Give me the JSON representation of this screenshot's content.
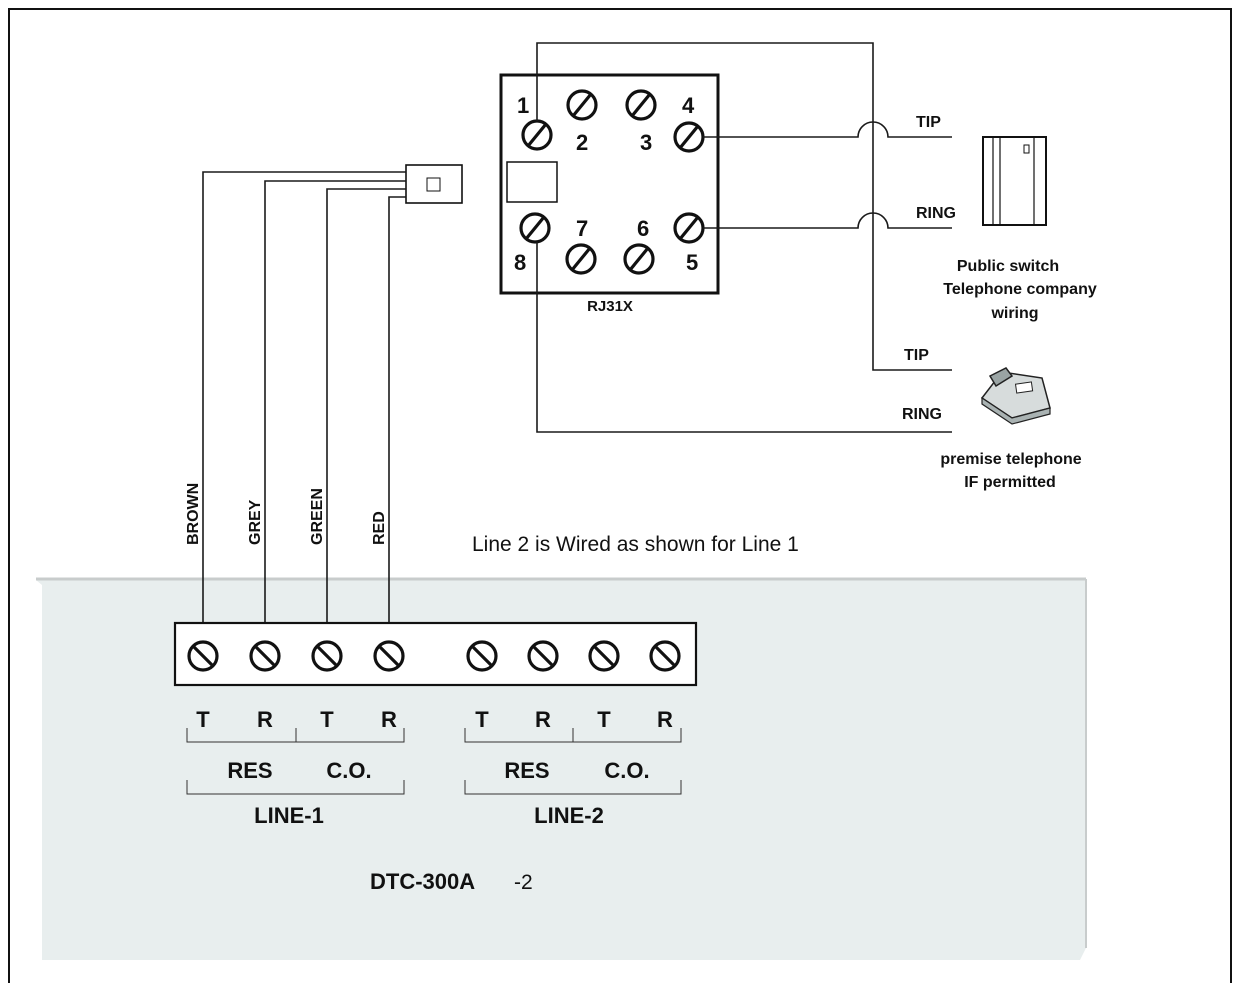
{
  "colors": {
    "panel": "#e8eeee",
    "panel_border": "#c8cccc",
    "ink": "#111111"
  },
  "rj31x": {
    "label": "RJ31X",
    "pins": [
      "1",
      "2",
      "3",
      "4",
      "5",
      "6",
      "7",
      "8"
    ]
  },
  "phone_company": {
    "tip": "TIP",
    "ring": "RING",
    "caption": [
      "Public switch",
      "Telephone company",
      "wiring"
    ]
  },
  "premise": {
    "tip": "TIP",
    "ring": "RING",
    "caption": [
      "premise telephone",
      "IF permitted"
    ]
  },
  "wires": [
    "BROWN",
    "GREY",
    "GREEN",
    "RED"
  ],
  "note": "Line 2 is Wired as shown for Line 1",
  "terminal_labels": [
    "T",
    "R",
    "T",
    "R",
    "T",
    "R",
    "T",
    "R"
  ],
  "groups": [
    "RES",
    "C.O.",
    "RES",
    "C.O."
  ],
  "lines": [
    "LINE-1",
    "LINE-2"
  ],
  "device": {
    "model": "DTC-300A",
    "suffix": "-2"
  }
}
